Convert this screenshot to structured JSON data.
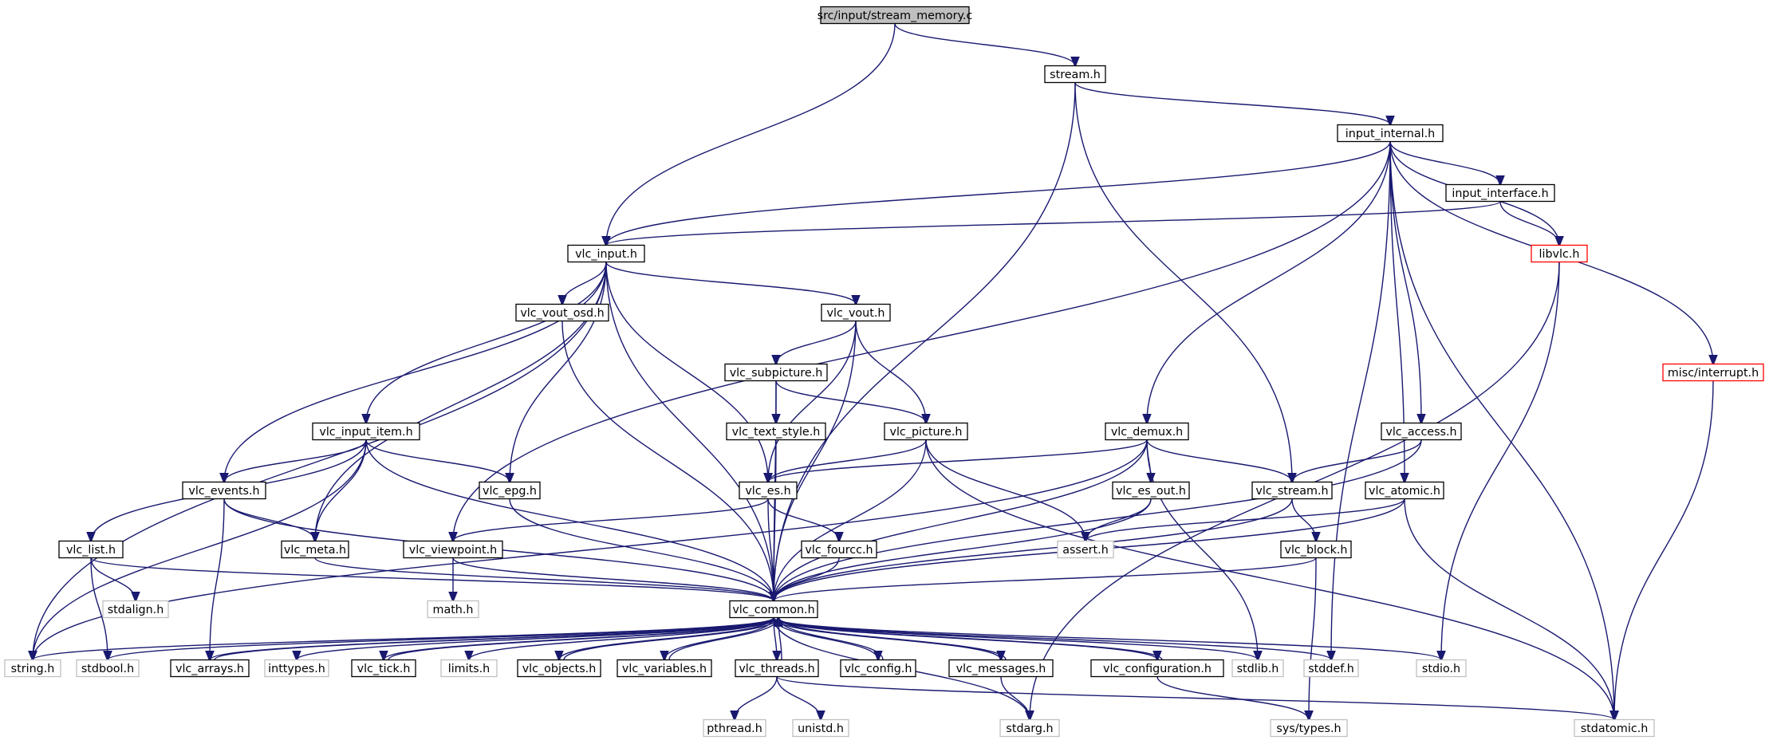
{
  "diagram": {
    "nodes": [
      {
        "id": "root",
        "label": "src/input/stream_memory.c",
        "style": "root"
      },
      {
        "id": "stream_h",
        "label": "stream.h",
        "style": "normal"
      },
      {
        "id": "input_internal_h",
        "label": "input_internal.h",
        "style": "normal"
      },
      {
        "id": "input_interface_h",
        "label": "input_interface.h",
        "style": "normal"
      },
      {
        "id": "libvlc_h",
        "label": "libvlc.h",
        "style": "red"
      },
      {
        "id": "vlc_input_h",
        "label": "vlc_input.h",
        "style": "normal"
      },
      {
        "id": "misc_interrupt_h",
        "label": "misc/interrupt.h",
        "style": "red"
      },
      {
        "id": "vlc_vout_osd_h",
        "label": "vlc_vout_osd.h",
        "style": "normal"
      },
      {
        "id": "vlc_vout_h",
        "label": "vlc_vout.h",
        "style": "normal"
      },
      {
        "id": "vlc_subpicture_h",
        "label": "vlc_subpicture.h",
        "style": "normal"
      },
      {
        "id": "vlc_input_item_h",
        "label": "vlc_input_item.h",
        "style": "normal"
      },
      {
        "id": "vlc_text_style_h",
        "label": "vlc_text_style.h",
        "style": "normal"
      },
      {
        "id": "vlc_picture_h",
        "label": "vlc_picture.h",
        "style": "normal"
      },
      {
        "id": "vlc_demux_h",
        "label": "vlc_demux.h",
        "style": "normal"
      },
      {
        "id": "vlc_access_h",
        "label": "vlc_access.h",
        "style": "normal"
      },
      {
        "id": "vlc_events_h",
        "label": "vlc_events.h",
        "style": "normal"
      },
      {
        "id": "vlc_epg_h",
        "label": "vlc_epg.h",
        "style": "normal"
      },
      {
        "id": "vlc_es_h",
        "label": "vlc_es.h",
        "style": "normal"
      },
      {
        "id": "vlc_es_out_h",
        "label": "vlc_es_out.h",
        "style": "normal"
      },
      {
        "id": "vlc_stream_h",
        "label": "vlc_stream.h",
        "style": "normal"
      },
      {
        "id": "vlc_atomic_h",
        "label": "vlc_atomic.h",
        "style": "normal"
      },
      {
        "id": "vlc_list_h",
        "label": "vlc_list.h",
        "style": "normal"
      },
      {
        "id": "vlc_meta_h",
        "label": "vlc_meta.h",
        "style": "normal"
      },
      {
        "id": "vlc_viewpoint_h",
        "label": "vlc_viewpoint.h",
        "style": "normal"
      },
      {
        "id": "vlc_fourcc_h",
        "label": "vlc_fourcc.h",
        "style": "normal"
      },
      {
        "id": "assert_h",
        "label": "assert.h",
        "style": "system"
      },
      {
        "id": "vlc_block_h",
        "label": "vlc_block.h",
        "style": "normal"
      },
      {
        "id": "stdalign_h",
        "label": "stdalign.h",
        "style": "system"
      },
      {
        "id": "math_h",
        "label": "math.h",
        "style": "system"
      },
      {
        "id": "vlc_common_h",
        "label": "vlc_common.h",
        "style": "normal"
      },
      {
        "id": "string_h",
        "label": "string.h",
        "style": "system"
      },
      {
        "id": "stdbool_h",
        "label": "stdbool.h",
        "style": "system"
      },
      {
        "id": "vlc_arrays_h",
        "label": "vlc_arrays.h",
        "style": "normal"
      },
      {
        "id": "inttypes_h",
        "label": "inttypes.h",
        "style": "system"
      },
      {
        "id": "vlc_tick_h",
        "label": "vlc_tick.h",
        "style": "normal"
      },
      {
        "id": "limits_h",
        "label": "limits.h",
        "style": "system"
      },
      {
        "id": "vlc_objects_h",
        "label": "vlc_objects.h",
        "style": "normal"
      },
      {
        "id": "vlc_variables_h",
        "label": "vlc_variables.h",
        "style": "normal"
      },
      {
        "id": "vlc_threads_h",
        "label": "vlc_threads.h",
        "style": "normal"
      },
      {
        "id": "vlc_config_h",
        "label": "vlc_config.h",
        "style": "normal"
      },
      {
        "id": "vlc_messages_h",
        "label": "vlc_messages.h",
        "style": "normal"
      },
      {
        "id": "vlc_configuration_h",
        "label": "vlc_configuration.h",
        "style": "normal"
      },
      {
        "id": "stdlib_h",
        "label": "stdlib.h",
        "style": "system"
      },
      {
        "id": "stddef_h",
        "label": "stddef.h",
        "style": "system"
      },
      {
        "id": "stdio_h",
        "label": "stdio.h",
        "style": "system"
      },
      {
        "id": "pthread_h",
        "label": "pthread.h",
        "style": "system"
      },
      {
        "id": "unistd_h",
        "label": "unistd.h",
        "style": "system"
      },
      {
        "id": "stdarg_h",
        "label": "stdarg.h",
        "style": "system"
      },
      {
        "id": "sys_types_h",
        "label": "sys/types.h",
        "style": "system"
      },
      {
        "id": "stdatomic_h",
        "label": "stdatomic.h",
        "style": "system"
      }
    ],
    "edges": [
      [
        "root",
        "vlc_input_h"
      ],
      [
        "root",
        "stream_h"
      ],
      [
        "stream_h",
        "input_internal_h"
      ],
      [
        "stream_h",
        "vlc_stream_h"
      ],
      [
        "stream_h",
        "vlc_common_h"
      ],
      [
        "input_internal_h",
        "vlc_input_h"
      ],
      [
        "input_internal_h",
        "vlc_viewpoint_h"
      ],
      [
        "input_internal_h",
        "input_interface_h"
      ],
      [
        "input_internal_h",
        "libvlc_h"
      ],
      [
        "input_internal_h",
        "misc_interrupt_h"
      ],
      [
        "input_internal_h",
        "stdatomic_h"
      ],
      [
        "input_internal_h",
        "vlc_demux_h"
      ],
      [
        "input_internal_h",
        "vlc_access_h"
      ],
      [
        "input_internal_h",
        "vlc_atomic_h"
      ],
      [
        "input_internal_h",
        "stddef_h"
      ],
      [
        "input_interface_h",
        "vlc_input_h"
      ],
      [
        "input_interface_h",
        "libvlc_h"
      ],
      [
        "libvlc_h",
        "stdio_h"
      ],
      [
        "libvlc_h",
        "stdarg_h"
      ],
      [
        "misc_interrupt_h",
        "stdatomic_h"
      ],
      [
        "vlc_input_h",
        "vlc_vout_osd_h"
      ],
      [
        "vlc_input_h",
        "vlc_vout_h"
      ],
      [
        "vlc_input_h",
        "vlc_input_item_h"
      ],
      [
        "vlc_input_h",
        "vlc_events_h"
      ],
      [
        "vlc_input_h",
        "vlc_epg_h"
      ],
      [
        "vlc_input_h",
        "vlc_meta_h"
      ],
      [
        "vlc_input_h",
        "vlc_es_h"
      ],
      [
        "vlc_input_h",
        "vlc_common_h"
      ],
      [
        "vlc_input_h",
        "string_h"
      ],
      [
        "vlc_vout_osd_h",
        "vlc_common_h"
      ],
      [
        "vlc_vout_h",
        "vlc_subpicture_h"
      ],
      [
        "vlc_vout_h",
        "vlc_picture_h"
      ],
      [
        "vlc_vout_h",
        "vlc_es_h"
      ],
      [
        "vlc_vout_h",
        "vlc_common_h"
      ],
      [
        "vlc_subpicture_h",
        "vlc_text_style_h"
      ],
      [
        "vlc_subpicture_h",
        "vlc_picture_h"
      ],
      [
        "vlc_subpicture_h",
        "vlc_common_h"
      ],
      [
        "vlc_text_style_h",
        "vlc_common_h"
      ],
      [
        "vlc_picture_h",
        "vlc_es_h"
      ],
      [
        "vlc_picture_h",
        "vlc_common_h"
      ],
      [
        "vlc_picture_h",
        "assert_h"
      ],
      [
        "vlc_picture_h",
        "stdatomic_h"
      ],
      [
        "vlc_input_item_h",
        "vlc_events_h"
      ],
      [
        "vlc_input_item_h",
        "vlc_epg_h"
      ],
      [
        "vlc_input_item_h",
        "vlc_meta_h"
      ],
      [
        "vlc_input_item_h",
        "vlc_list_h"
      ],
      [
        "vlc_input_item_h",
        "vlc_common_h"
      ],
      [
        "vlc_input_item_h",
        "string_h"
      ],
      [
        "vlc_events_h",
        "vlc_meta_h"
      ],
      [
        "vlc_events_h",
        "vlc_arrays_h"
      ],
      [
        "vlc_events_h",
        "vlc_common_h"
      ],
      [
        "vlc_epg_h",
        "vlc_common_h"
      ],
      [
        "vlc_es_h",
        "vlc_fourcc_h"
      ],
      [
        "vlc_es_h",
        "vlc_viewpoint_h"
      ],
      [
        "vlc_es_h",
        "vlc_common_h"
      ],
      [
        "vlc_demux_h",
        "vlc_es_h"
      ],
      [
        "vlc_demux_h",
        "vlc_es_out_h"
      ],
      [
        "vlc_demux_h",
        "vlc_stream_h"
      ],
      [
        "vlc_demux_h",
        "vlc_common_h"
      ],
      [
        "vlc_demux_h",
        "stdlib_h"
      ],
      [
        "vlc_demux_h",
        "string_h"
      ],
      [
        "vlc_es_out_h",
        "assert_h"
      ],
      [
        "vlc_es_out_h",
        "vlc_common_h"
      ],
      [
        "vlc_access_h",
        "vlc_stream_h"
      ],
      [
        "vlc_access_h",
        "vlc_common_h"
      ],
      [
        "vlc_stream_h",
        "vlc_block_h"
      ],
      [
        "vlc_stream_h",
        "vlc_common_h"
      ],
      [
        "vlc_atomic_h",
        "assert_h"
      ],
      [
        "vlc_atomic_h",
        "stdatomic_h"
      ],
      [
        "vlc_atomic_h",
        "vlc_common_h"
      ],
      [
        "vlc_block_h",
        "sys_types_h"
      ],
      [
        "vlc_block_h",
        "vlc_common_h"
      ],
      [
        "vlc_list_h",
        "stdalign_h"
      ],
      [
        "vlc_list_h",
        "stdbool_h"
      ],
      [
        "vlc_list_h",
        "vlc_common_h"
      ],
      [
        "vlc_meta_h",
        "vlc_common_h"
      ],
      [
        "vlc_viewpoint_h",
        "math_h"
      ],
      [
        "vlc_viewpoint_h",
        "vlc_common_h"
      ],
      [
        "vlc_fourcc_h",
        "vlc_common_h"
      ],
      [
        "vlc_common_h",
        "string_h"
      ],
      [
        "vlc_common_h",
        "stdbool_h"
      ],
      [
        "vlc_common_h",
        "vlc_arrays_h"
      ],
      [
        "vlc_common_h",
        "inttypes_h"
      ],
      [
        "vlc_common_h",
        "vlc_tick_h"
      ],
      [
        "vlc_common_h",
        "limits_h"
      ],
      [
        "vlc_common_h",
        "vlc_objects_h"
      ],
      [
        "vlc_common_h",
        "vlc_variables_h"
      ],
      [
        "vlc_common_h",
        "vlc_threads_h"
      ],
      [
        "vlc_common_h",
        "vlc_config_h"
      ],
      [
        "vlc_common_h",
        "vlc_messages_h"
      ],
      [
        "vlc_common_h",
        "vlc_configuration_h"
      ],
      [
        "vlc_common_h",
        "stdlib_h"
      ],
      [
        "vlc_common_h",
        "stddef_h"
      ],
      [
        "vlc_common_h",
        "stdio_h"
      ],
      [
        "vlc_common_h",
        "stdarg_h"
      ],
      [
        "vlc_arrays_h",
        "vlc_common_h"
      ],
      [
        "vlc_tick_h",
        "vlc_common_h"
      ],
      [
        "vlc_objects_h",
        "vlc_common_h"
      ],
      [
        "vlc_variables_h",
        "vlc_common_h"
      ],
      [
        "vlc_threads_h",
        "vlc_common_h"
      ],
      [
        "vlc_config_h",
        "vlc_common_h"
      ],
      [
        "vlc_messages_h",
        "vlc_common_h"
      ],
      [
        "vlc_configuration_h",
        "vlc_common_h"
      ],
      [
        "vlc_threads_h",
        "pthread_h"
      ],
      [
        "vlc_threads_h",
        "unistd_h"
      ],
      [
        "vlc_threads_h",
        "stdatomic_h"
      ],
      [
        "vlc_messages_h",
        "stdarg_h"
      ],
      [
        "vlc_configuration_h",
        "sys_types_h"
      ]
    ],
    "colors": {
      "edge": "#191970",
      "box_border": "#000000",
      "root_fill": "#bfbfbf",
      "red_border": "#ff0000",
      "system_border": "#bfbfbf",
      "system_text": "#000000"
    }
  }
}
